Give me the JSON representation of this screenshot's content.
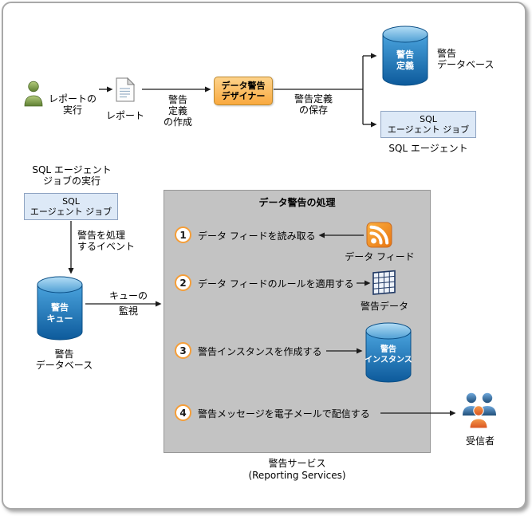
{
  "diagram": {
    "top": {
      "run_report": "レポートの\n実行",
      "report": "レポート",
      "create_alert": "警告\n定義\nの作成",
      "designer": "データ警告\nデザイナー",
      "save_alert": "警告定義\nの保存",
      "alert_def_cyl": "警告\n定義",
      "alert_db": "警告\nデータベース",
      "sql_agent_job": "SQL\nエージェント ジョブ",
      "sql_agent": "SQL エージェント"
    },
    "left": {
      "run_job": "SQL エージェント\nジョブの実行",
      "sql_agent_job": "SQL\nエージェント ジョブ",
      "event": "警告を処理\nするイベント",
      "queue_cyl": "警告\nキュー",
      "queue_db": "警告\nデータベース",
      "monitor": "キューの\n監視"
    },
    "process": {
      "title": "データ警告の処理",
      "steps": [
        {
          "num": "1",
          "text": "データ フィードを読み取る"
        },
        {
          "num": "2",
          "text": "データ フィードのルールを適用する"
        },
        {
          "num": "3",
          "text": "警告インスタンスを作成する"
        },
        {
          "num": "4",
          "text": "警告メッセージを電子メールで配信する"
        }
      ],
      "data_feed": "データ フィード",
      "alert_data": "警告データ",
      "instance_cyl": "警告\nインスタンス",
      "recipients": "受信者",
      "caption": "警告サービス\n(Reporting Services)"
    },
    "colors": {
      "designer_box": "#F9A93F",
      "agent_box": "#DDE9F7",
      "process_panel": "#C3C3C3",
      "cylinder_blue": "#1B6FB0",
      "rss_orange": "#F08C28",
      "person_green": "#8FAF4F",
      "person_blue": "#2E75B6",
      "person_orange": "#E8632C"
    }
  }
}
